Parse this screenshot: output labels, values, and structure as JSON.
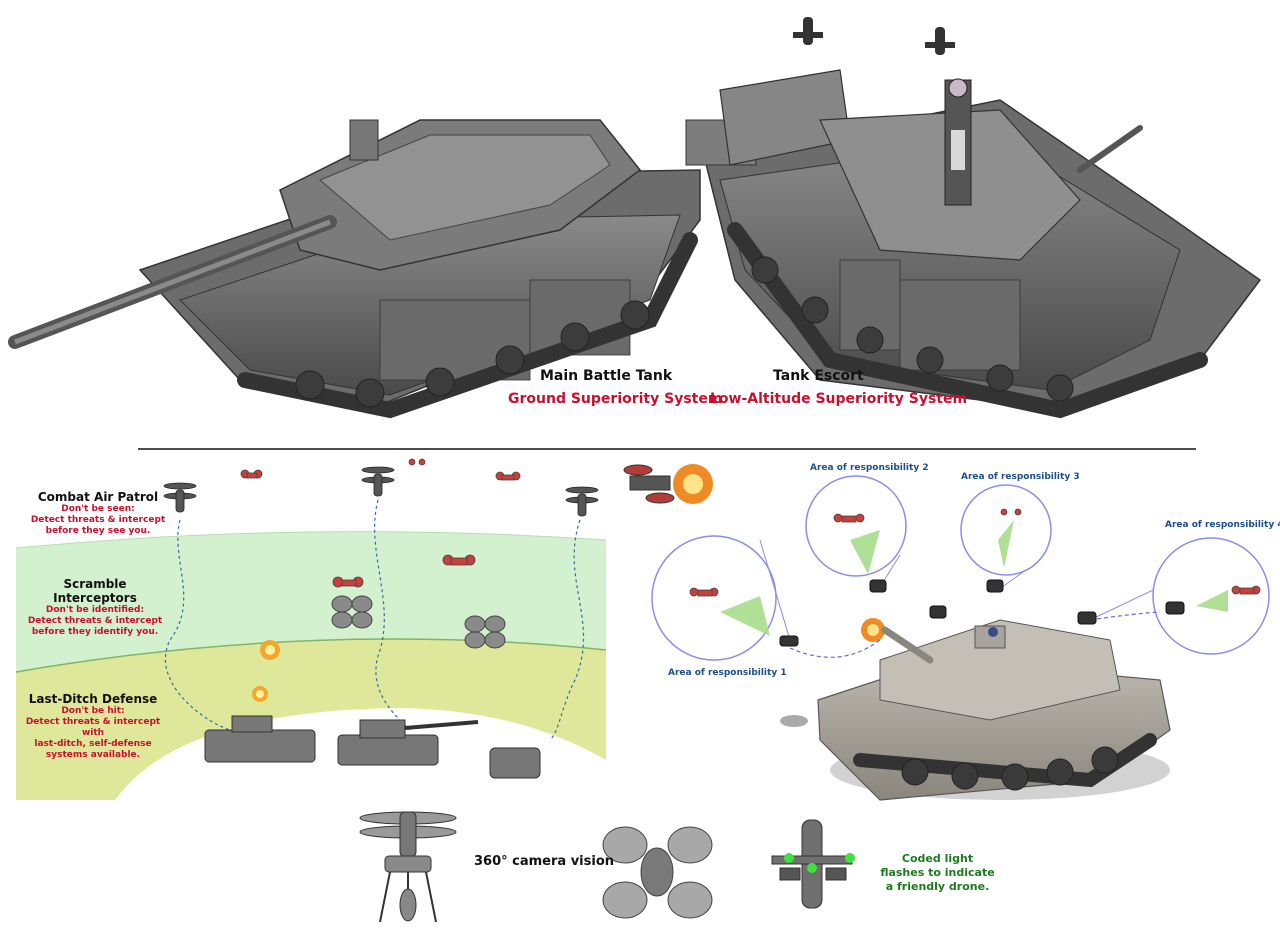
{
  "top": {
    "mbt_title": "Main Battle Tank",
    "mbt_subtitle": "Ground Superiority System",
    "escort_title": "Tank Escort",
    "escort_subtitle": "Low-Altitude Superiority System"
  },
  "zones": [
    {
      "title": "Combat Air Patrol",
      "desc": [
        "Don't be seen:",
        "Detect threats & intercept",
        "before they see you."
      ]
    },
    {
      "title": "Scramble Interceptors",
      "desc": [
        "Don't be identified:",
        "Detect threats & intercept",
        "before they identify you."
      ]
    },
    {
      "title": "Last-Ditch Defense",
      "desc": [
        "Don't be hit:",
        "Detect threats & intercept with",
        "last-ditch, self-defense",
        "systems available."
      ]
    }
  ],
  "areas": [
    "Area of responsibility 1",
    "Area of responsibility 2",
    "Area of responsibility 3",
    "Area of responsibility 4"
  ],
  "bottom": {
    "camera_label": "360° camera vision",
    "coded_light": [
      "Coded light",
      "flashes to indicate",
      "a friendly drone."
    ]
  },
  "colors": {
    "red_text": "#c8102e",
    "blue_text": "#1d4f8c",
    "green_text": "#1e7a1e",
    "zone_green": "#d4f1cf",
    "zone_olive": "#dfe89a",
    "circle": "#8c8ee6"
  }
}
